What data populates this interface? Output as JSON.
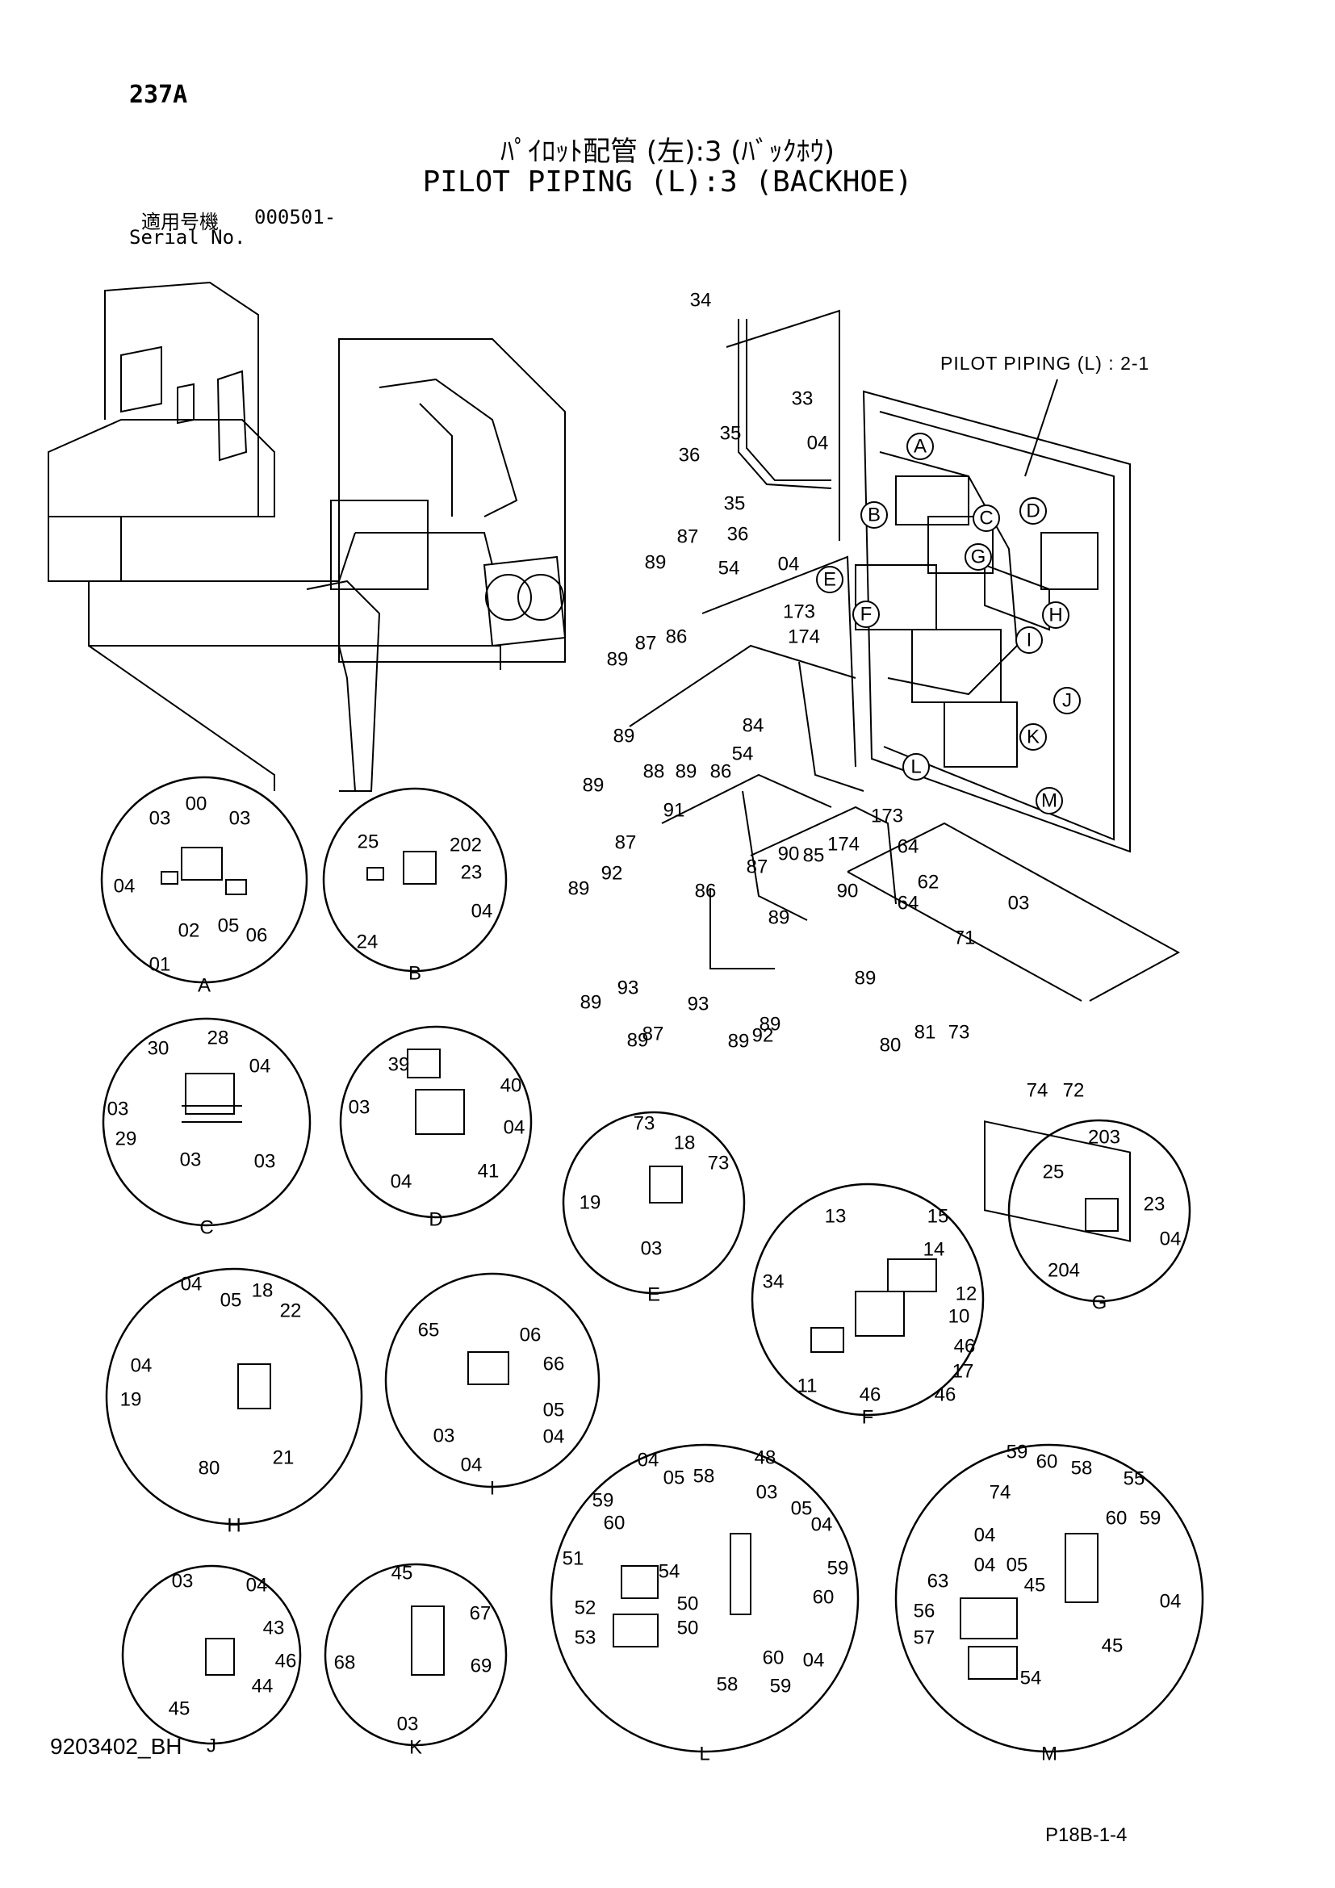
{
  "header": {
    "page_code": "237A",
    "title_jp": "ﾊﾟｲﾛｯﾄ配管 (左):3 (ﾊﾞｯｸﾎｳ)",
    "title_en": "PILOT PIPING (L):3 (BACKHOE)",
    "serial_label_jp": "適用号機",
    "serial_value": "000501-",
    "serial_label_en": "Serial No."
  },
  "reference_label": "PILOT PIPING (L) : 2-1",
  "footer": {
    "document_number": "9203402_BH",
    "page_number": "P18B-1-4"
  },
  "callouts_main": [
    "A",
    "B",
    "C",
    "D",
    "E",
    "F",
    "G",
    "H",
    "I",
    "J",
    "K",
    "L",
    "M"
  ],
  "main_part_labels": [
    "34",
    "33",
    "35",
    "36",
    "04",
    "35",
    "36",
    "04",
    "87",
    "89",
    "54",
    "173",
    "174",
    "87",
    "86",
    "89",
    "89",
    "88",
    "89",
    "86",
    "84",
    "54",
    "89",
    "87",
    "91",
    "92",
    "89",
    "89",
    "93",
    "89",
    "87",
    "93",
    "89",
    "92",
    "89",
    "86",
    "87",
    "90",
    "85",
    "89",
    "90",
    "89",
    "173",
    "174",
    "64",
    "62",
    "64",
    "03",
    "71",
    "80",
    "81",
    "73",
    "74",
    "72"
  ],
  "details": [
    {
      "letter": "A",
      "labels": [
        "03",
        "00",
        "03",
        "04",
        "02",
        "05",
        "06",
        "01"
      ]
    },
    {
      "letter": "B",
      "labels": [
        "25",
        "202",
        "23",
        "04",
        "24"
      ]
    },
    {
      "letter": "C",
      "labels": [
        "30",
        "28",
        "04",
        "03",
        "29",
        "03",
        "03"
      ]
    },
    {
      "letter": "D",
      "labels": [
        "39",
        "40",
        "03",
        "04",
        "04",
        "41"
      ]
    },
    {
      "letter": "E",
      "labels": [
        "73",
        "18",
        "73",
        "19",
        "03"
      ]
    },
    {
      "letter": "F",
      "labels": [
        "13",
        "15",
        "14",
        "34",
        "12",
        "10",
        "46",
        "11",
        "17",
        "46",
        "46"
      ]
    },
    {
      "letter": "G",
      "labels": [
        "203",
        "25",
        "23",
        "04",
        "204"
      ]
    },
    {
      "letter": "H",
      "labels": [
        "04",
        "05",
        "18",
        "22",
        "04",
        "19",
        "80",
        "21"
      ]
    },
    {
      "letter": "I",
      "labels": [
        "65",
        "06",
        "66",
        "05",
        "03",
        "04",
        "04"
      ]
    },
    {
      "letter": "J",
      "labels": [
        "03",
        "04",
        "43",
        "46",
        "44",
        "45"
      ]
    },
    {
      "letter": "K",
      "labels": [
        "45",
        "67",
        "68",
        "69",
        "03"
      ]
    },
    {
      "letter": "L",
      "labels": [
        "04",
        "05",
        "58",
        "48",
        "03",
        "05",
        "04",
        "59",
        "60",
        "54",
        "51",
        "59",
        "60",
        "50",
        "52",
        "50",
        "53",
        "60",
        "04",
        "58",
        "59"
      ]
    },
    {
      "letter": "M",
      "labels": [
        "59",
        "60",
        "58",
        "55",
        "74",
        "60",
        "59",
        "04",
        "05",
        "04",
        "63",
        "45",
        "56",
        "57",
        "04",
        "45",
        "54"
      ]
    }
  ]
}
